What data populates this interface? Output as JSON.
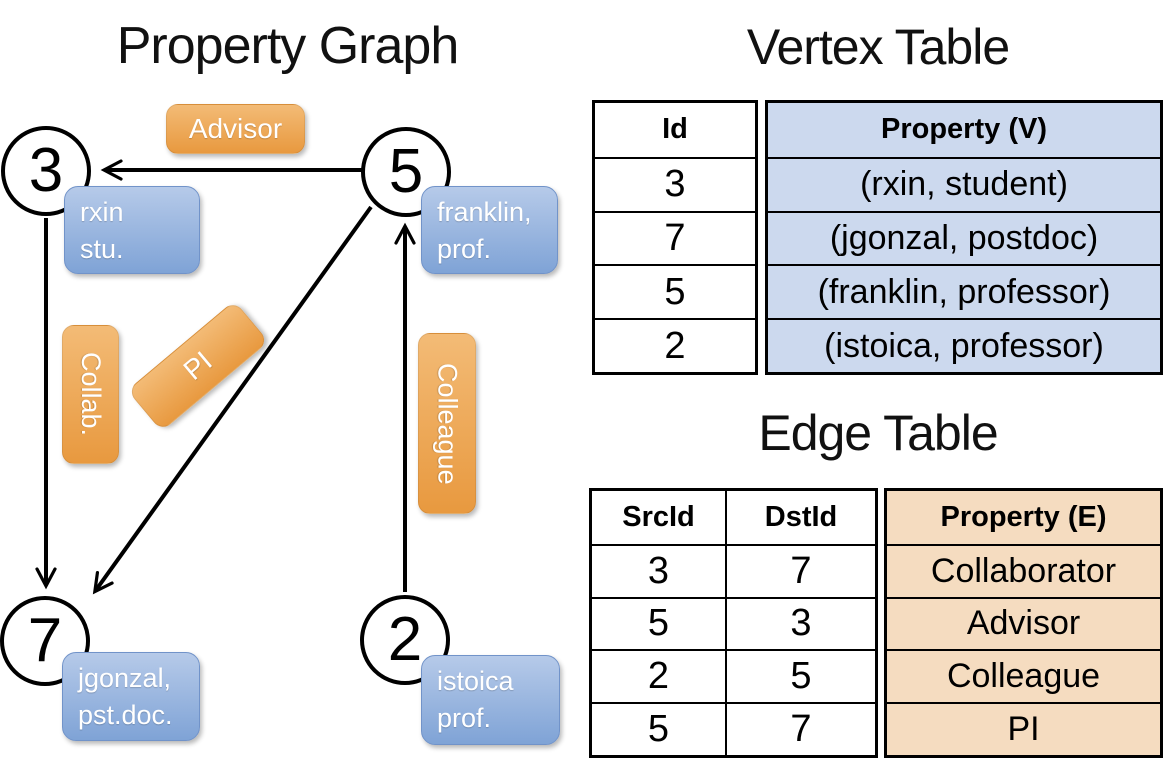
{
  "colors": {
    "blue-box-top": "#b6cae9",
    "blue-box-bottom": "#7fa3d6",
    "blue-box-border": "#7193c9",
    "orange-box-top": "#f3bb76",
    "orange-box-bottom": "#e8993f",
    "vertex-col-fill": "#ccd9ee",
    "edge-col-fill": "#f5dcc0",
    "ink": "#000000"
  },
  "graph": {
    "title": "Property Graph",
    "nodes": [
      {
        "id": "3",
        "line1": "rxin",
        "line2": "stu."
      },
      {
        "id": "5",
        "line1": "franklin,",
        "line2": "prof."
      },
      {
        "id": "7",
        "line1": "jgonzal,",
        "line2": "pst.doc."
      },
      {
        "id": "2",
        "line1": "istoica",
        "line2": "prof."
      }
    ],
    "edge_labels": {
      "advisor": "Advisor",
      "collab": "Collab.",
      "pi": "PI",
      "colleague": "Colleague"
    },
    "edges": [
      {
        "from": "5",
        "to": "3",
        "label": "Advisor"
      },
      {
        "from": "3",
        "to": "7",
        "label": "Collab."
      },
      {
        "from": "5",
        "to": "7",
        "label": "PI"
      },
      {
        "from": "2",
        "to": "5",
        "label": "Colleague"
      }
    ]
  },
  "vertex_table": {
    "title": "Vertex Table",
    "columns": [
      "Id",
      "Property (V)"
    ],
    "rows": [
      [
        "3",
        "(rxin, student)"
      ],
      [
        "7",
        "(jgonzal, postdoc)"
      ],
      [
        "5",
        "(franklin, professor)"
      ],
      [
        "2",
        "(istoica, professor)"
      ]
    ]
  },
  "edge_table": {
    "title": "Edge Table",
    "columns": [
      "SrcId",
      "DstId",
      "Property (E)"
    ],
    "rows": [
      [
        "3",
        "7",
        "Collaborator"
      ],
      [
        "5",
        "3",
        "Advisor"
      ],
      [
        "2",
        "5",
        "Colleague"
      ],
      [
        "5",
        "7",
        "PI"
      ]
    ]
  }
}
